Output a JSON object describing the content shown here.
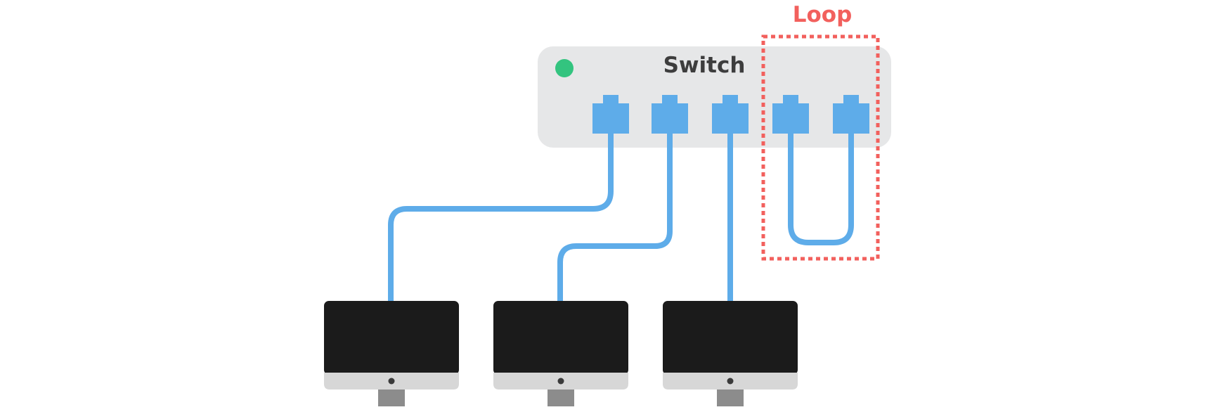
{
  "switch": {
    "label": "Switch",
    "led_color": "#33c47f",
    "body_color": "#e6e7e8",
    "port_count": 5
  },
  "loop": {
    "label": "Loop",
    "color": "#f2605d"
  },
  "cables": {
    "color": "#5eace9"
  },
  "computers": {
    "count": 3,
    "screen_color": "#1b1b1b",
    "chin_color": "#d7d7d7",
    "stand_color": "#8c8c8c"
  }
}
